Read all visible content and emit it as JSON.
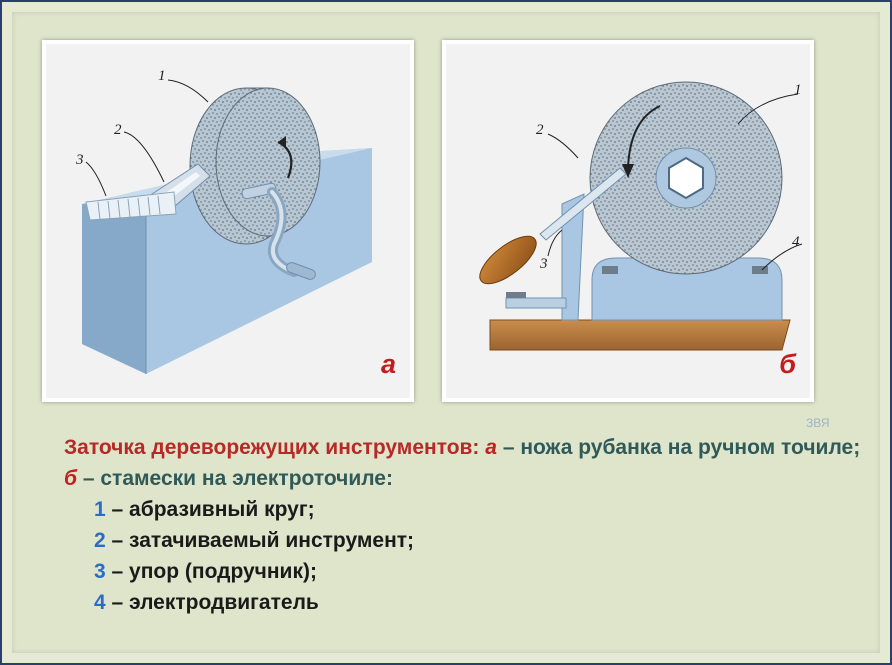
{
  "panels": [
    {
      "id": "a",
      "letter": "а",
      "callouts": [
        "1",
        "2",
        "3"
      ]
    },
    {
      "id": "b",
      "letter": "б",
      "callouts": [
        "1",
        "2",
        "3",
        "4"
      ]
    }
  ],
  "watermark": "ЗВЯ",
  "caption": {
    "title": "Заточка дереворежущих инструментов:",
    "part_a_letter": "а",
    "part_a_text": "– ножа рубанка на ручном точиле;",
    "part_b_letter": "б",
    "part_b_text": "– стамески на электроточиле:"
  },
  "legend": [
    {
      "num": "1",
      "text": "– абразивный круг;"
    },
    {
      "num": "2",
      "text": "– затачиваемый инструмент;"
    },
    {
      "num": "3",
      "text": "– упор (подручник);"
    },
    {
      "num": "4",
      "text": "– электродвигатель"
    }
  ],
  "colors": {
    "title_red": "#b52a26",
    "text_teal": "#2f5a59",
    "letter_red": "#c21d1d",
    "number_blue": "#2b6cc6",
    "frame": "#2a3f6e",
    "background": "#dfe5cb"
  }
}
